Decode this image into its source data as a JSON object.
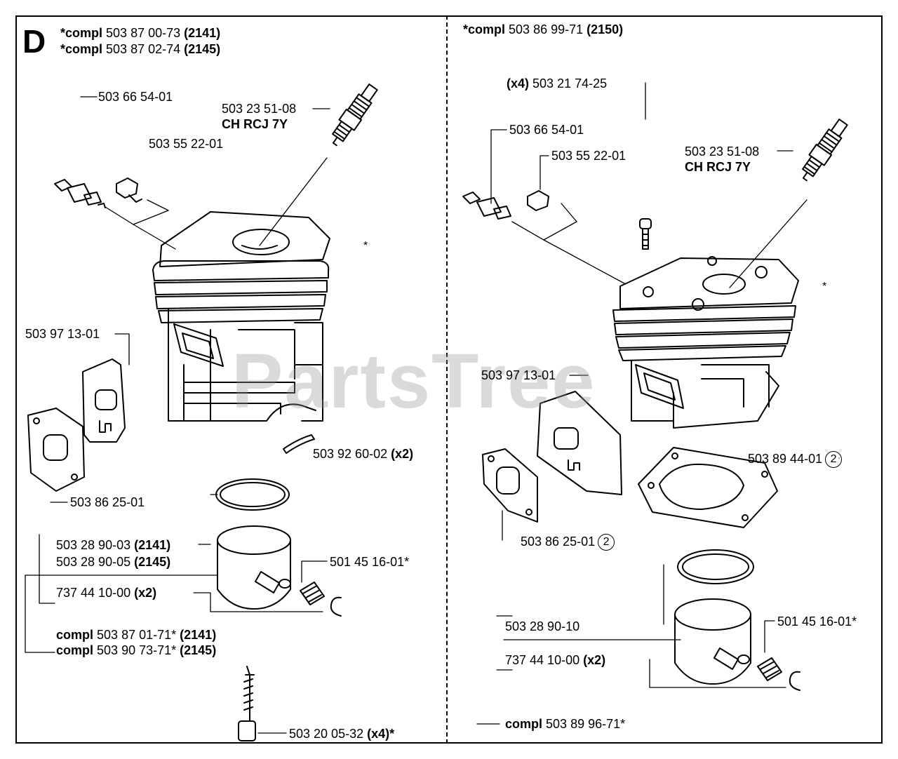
{
  "section_letter": "D",
  "left": {
    "kits": [
      {
        "prefix": "*compl",
        "part": "503 87 00-73",
        "model": "(2141)"
      },
      {
        "prefix": "*compl",
        "part": "503 87 02-74",
        "model": "(2145)"
      }
    ],
    "parts": {
      "p_660": "503 66 54-01",
      "spark_plug": "503 23 51-08",
      "spark_plug_type": "CH RCJ 7Y",
      "p_552": "503 55 22-01",
      "gasket_large": "503 97 13-01",
      "clip_part": "503 92 60-02",
      "clip_qty": "(x2)",
      "gasket_small": "503 86 25-01",
      "piston_a": "503 28 90-03",
      "piston_a_model": "(2141)",
      "piston_b": "503 28 90-05",
      "piston_b_model": "(2145)",
      "bearing": "501 45 16-01*",
      "circlip": "737 44 10-00",
      "circlip_qty": "(x2)",
      "compl_a_prefix": "compl",
      "compl_a_part": "503 87 01-71*",
      "compl_a_model": "(2141)",
      "compl_b_prefix": "compl",
      "compl_b_part": "503 90 73-71*",
      "compl_b_model": "(2145)",
      "screw": "503 20 05-32",
      "screw_qty": "(x4)*",
      "star": "*"
    }
  },
  "right": {
    "kit": {
      "prefix": "*compl",
      "part": "503 86 99-71",
      "model": "(2150)"
    },
    "parts": {
      "bolt_qty": "(x4)",
      "bolt": "503 21 74-25",
      "p_660": "503 66 54-01",
      "p_552": "503 55 22-01",
      "spark_plug": "503 23 51-08",
      "spark_plug_type": "CH RCJ 7Y",
      "gasket_large": "503 97 13-01",
      "base_gasket": "503 89 44-01",
      "base_gasket_note": "2",
      "gasket_small": "503 86 25-01",
      "gasket_small_note": "2",
      "piston": "503 28 90-10",
      "bearing": "501 45 16-01*",
      "circlip": "737 44 10-00",
      "circlip_qty": "(x2)",
      "compl_prefix": "compl",
      "compl_part": "503 89 96-71*",
      "star": "*"
    }
  },
  "watermark": "PartsTree"
}
